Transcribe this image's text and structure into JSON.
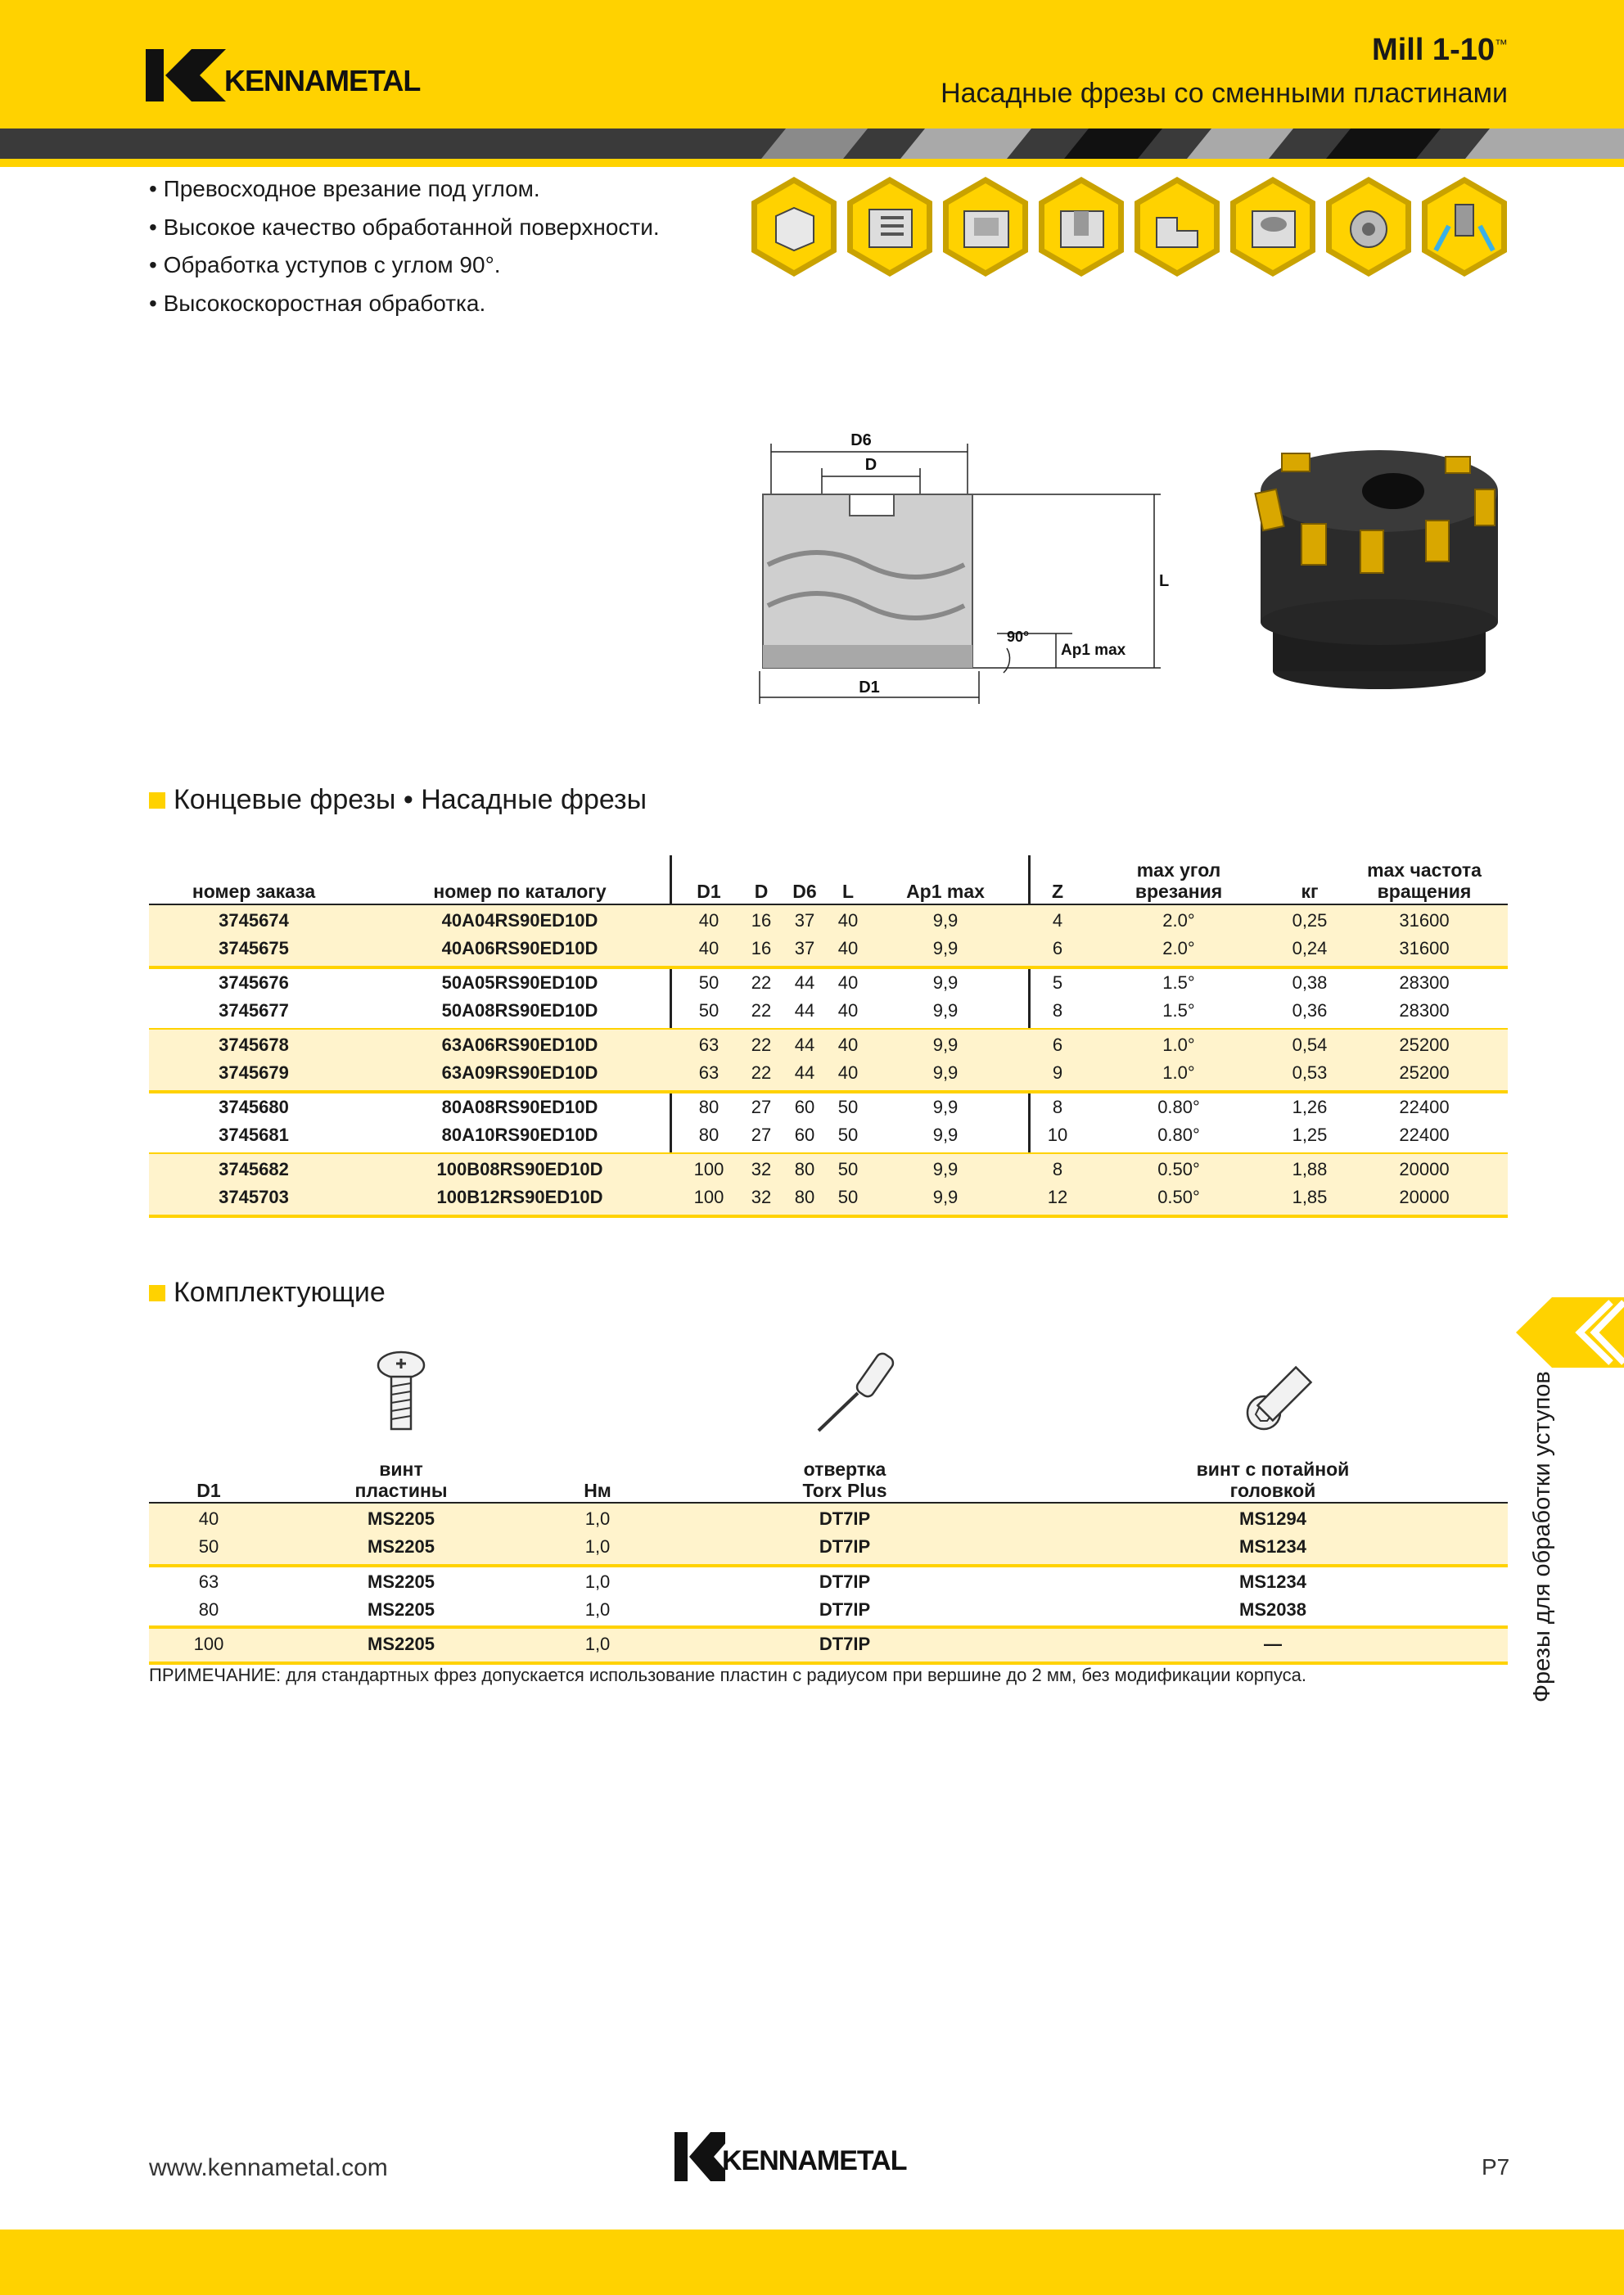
{
  "header": {
    "brand": "KENNAMETAL",
    "title": "Mill 1-10",
    "tm": "™",
    "subtitle": "Насадные фрезы со сменными пластинами"
  },
  "bullets": [
    "• Превосходное врезание под углом.",
    "• Высокое качество обработанной поверхности.",
    "• Обработка уступов с углом 90°.",
    "• Высокоскоростная обработка."
  ],
  "drawing": {
    "d6": "D6",
    "d": "D",
    "l": "L",
    "angle": "90°",
    "ap1": "Ap1 max",
    "d1": "D1"
  },
  "section1": "Концевые фрезы • Насадные фрезы",
  "main_table": {
    "headers": {
      "order": "номер заказа",
      "catalog": "номер по каталогу",
      "d1": "D1",
      "d": "D",
      "d6": "D6",
      "l": "L",
      "ap1": "Ap1 max",
      "z": "Z",
      "ramp1": "max угол",
      "ramp2": "врезания",
      "kg": "кг",
      "rpm1": "max частота",
      "rpm2": "вращения"
    },
    "rows": [
      [
        "3745674",
        "40A04RS90ED10D",
        "40",
        "16",
        "37",
        "40",
        "9,9",
        "4",
        "2.0°",
        "0,25",
        "31600"
      ],
      [
        "3745675",
        "40A06RS90ED10D",
        "40",
        "16",
        "37",
        "40",
        "9,9",
        "6",
        "2.0°",
        "0,24",
        "31600"
      ],
      [
        "3745676",
        "50A05RS90ED10D",
        "50",
        "22",
        "44",
        "40",
        "9,9",
        "5",
        "1.5°",
        "0,38",
        "28300"
      ],
      [
        "3745677",
        "50A08RS90ED10D",
        "50",
        "22",
        "44",
        "40",
        "9,9",
        "8",
        "1.5°",
        "0,36",
        "28300"
      ],
      [
        "3745678",
        "63A06RS90ED10D",
        "63",
        "22",
        "44",
        "40",
        "9,9",
        "6",
        "1.0°",
        "0,54",
        "25200"
      ],
      [
        "3745679",
        "63A09RS90ED10D",
        "63",
        "22",
        "44",
        "40",
        "9,9",
        "9",
        "1.0°",
        "0,53",
        "25200"
      ],
      [
        "3745680",
        "80A08RS90ED10D",
        "80",
        "27",
        "60",
        "50",
        "9,9",
        "8",
        "0.80°",
        "1,26",
        "22400"
      ],
      [
        "3745681",
        "80A10RS90ED10D",
        "80",
        "27",
        "60",
        "50",
        "9,9",
        "10",
        "0.80°",
        "1,25",
        "22400"
      ],
      [
        "3745682",
        "100B08RS90ED10D",
        "100",
        "32",
        "80",
        "50",
        "9,9",
        "8",
        "0.50°",
        "1,88",
        "20000"
      ],
      [
        "3745703",
        "100B12RS90ED10D",
        "100",
        "32",
        "80",
        "50",
        "9,9",
        "12",
        "0.50°",
        "1,85",
        "20000"
      ]
    ]
  },
  "section2": "Комплектующие",
  "acc_table": {
    "headers": {
      "d1": "D1",
      "screw1": "винт",
      "screw2": "пластины",
      "nm": "Нм",
      "driver1": "отвертка",
      "driver2": "Torx Plus",
      "cap1": "винт с потайной",
      "cap2": "головкой"
    },
    "rows": [
      [
        "40",
        "MS2205",
        "1,0",
        "DT7IP",
        "MS1294"
      ],
      [
        "50",
        "MS2205",
        "1,0",
        "DT7IP",
        "MS1234"
      ],
      [
        "63",
        "MS2205",
        "1,0",
        "DT7IP",
        "MS1234"
      ],
      [
        "80",
        "MS2205",
        "1,0",
        "DT7IP",
        "MS2038"
      ],
      [
        "100",
        "MS2205",
        "1,0",
        "DT7IP",
        "—"
      ]
    ]
  },
  "note": "ПРИМЕЧАНИЕ: для стандартных фрез допускается использование пластин с радиусом при вершине до 2 мм, без модификации корпуса.",
  "side_label": "Фрезы для обработки уступов",
  "footer": {
    "url": "www.kennametal.com",
    "brand": "KENNAMETAL",
    "page": "P7"
  },
  "colors": {
    "accent": "#ffd200",
    "band": "#fff3cc",
    "dark": "#3a3a3a"
  }
}
